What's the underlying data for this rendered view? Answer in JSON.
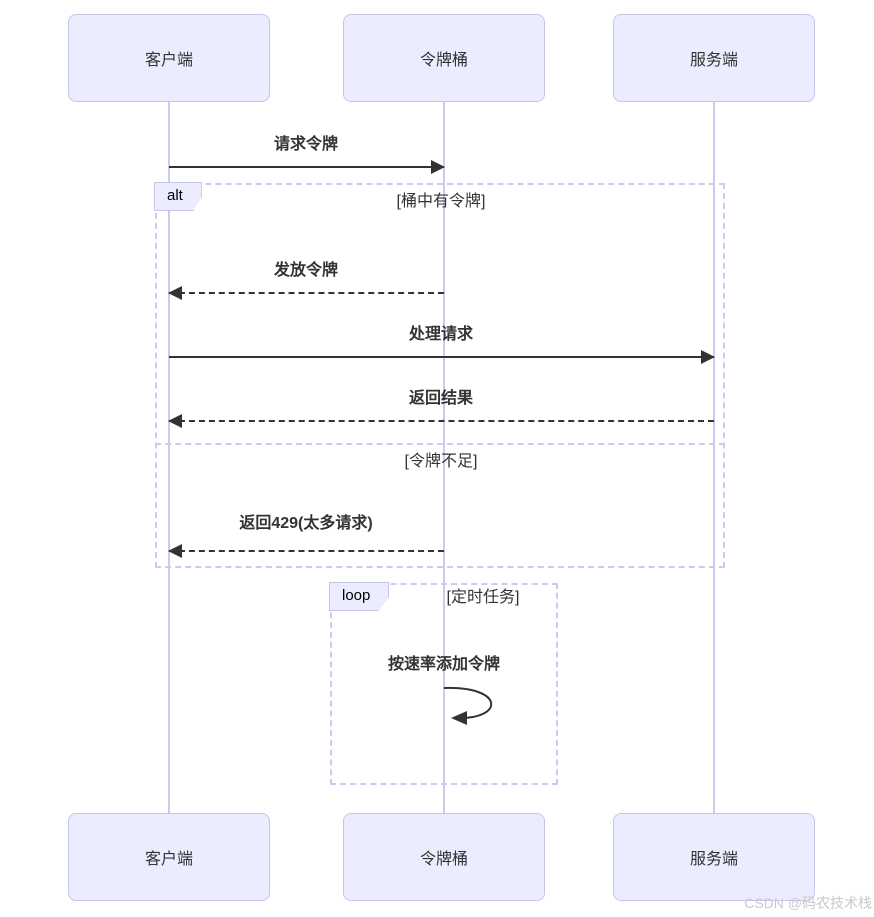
{
  "diagram": {
    "type": "sequence-diagram",
    "topic": "token-bucket-rate-limiting",
    "actors": [
      {
        "id": "client",
        "label": "客户端"
      },
      {
        "id": "bucket",
        "label": "令牌桶"
      },
      {
        "id": "server",
        "label": "服务端"
      }
    ],
    "messages": [
      {
        "label": "请求令牌",
        "from": "客户端",
        "to": "令牌桶",
        "line": "solid"
      },
      {
        "label": "发放令牌",
        "from": "令牌桶",
        "to": "客户端",
        "line": "dashed"
      },
      {
        "label": "处理请求",
        "from": "客户端",
        "to": "服务端",
        "line": "solid"
      },
      {
        "label": "返回结果",
        "from": "服务端",
        "to": "客户端",
        "line": "dashed"
      },
      {
        "label": "返回429(太多请求)",
        "from": "令牌桶",
        "to": "客户端",
        "line": "dashed"
      },
      {
        "label": "按速率添加令牌",
        "from": "令牌桶",
        "to": "令牌桶",
        "line": "self-loop"
      }
    ],
    "frames": {
      "alt": {
        "label": "alt",
        "branches": [
          "[桶中有令牌]",
          "[令牌不足]"
        ]
      },
      "loop": {
        "label": "loop",
        "condition": "[定时任务]"
      }
    },
    "watermark": "CSDN @码农技术栈",
    "colors": {
      "actor_fill": "#ECECFF",
      "actor_border": "#c9c4ea",
      "lifeline": "#cfc9ef",
      "frame_border": "#cfc9ef",
      "arrow": "#333333",
      "text": "#333333",
      "watermark": "#c9c9c9"
    }
  }
}
